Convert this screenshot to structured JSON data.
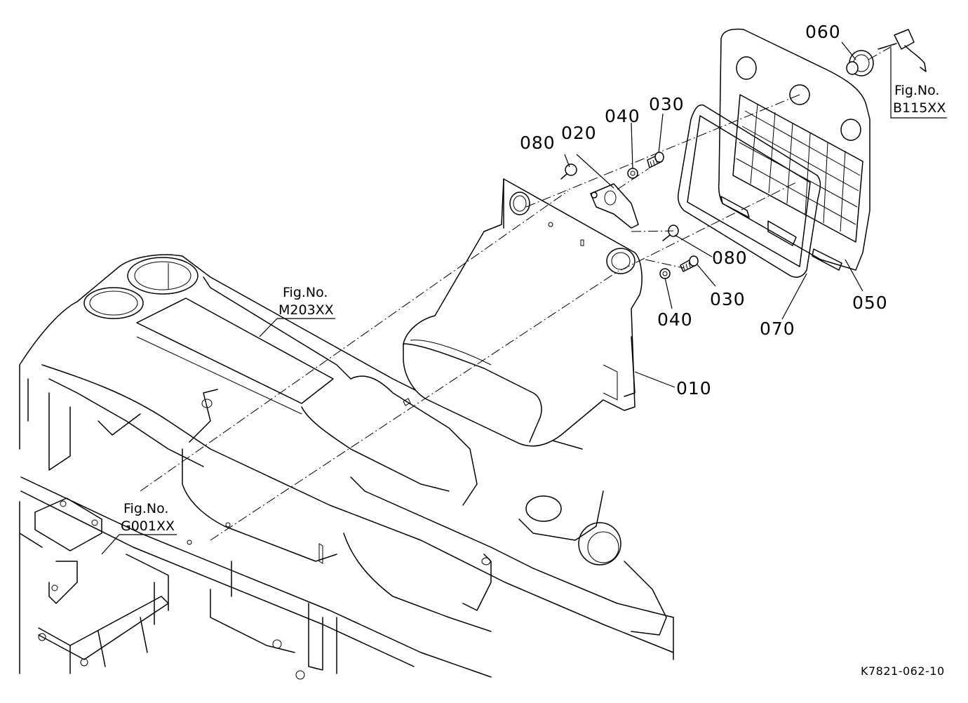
{
  "diagram": {
    "drawing_code": "K7821-062-10",
    "part_labels": {
      "p010": "010",
      "p020": "020",
      "p030a": "030",
      "p030b": "030",
      "p040a": "040",
      "p040b": "040",
      "p050": "050",
      "p060": "060",
      "p070": "070",
      "p080a": "080",
      "p080b": "080"
    },
    "figure_refs": {
      "b115": {
        "prefix": "Fig.No.",
        "code": "B115XX"
      },
      "m203": {
        "prefix": "Fig.No.",
        "code": "M203XX"
      },
      "g001": {
        "prefix": "Fig.No.",
        "code": "G001XX"
      }
    }
  }
}
